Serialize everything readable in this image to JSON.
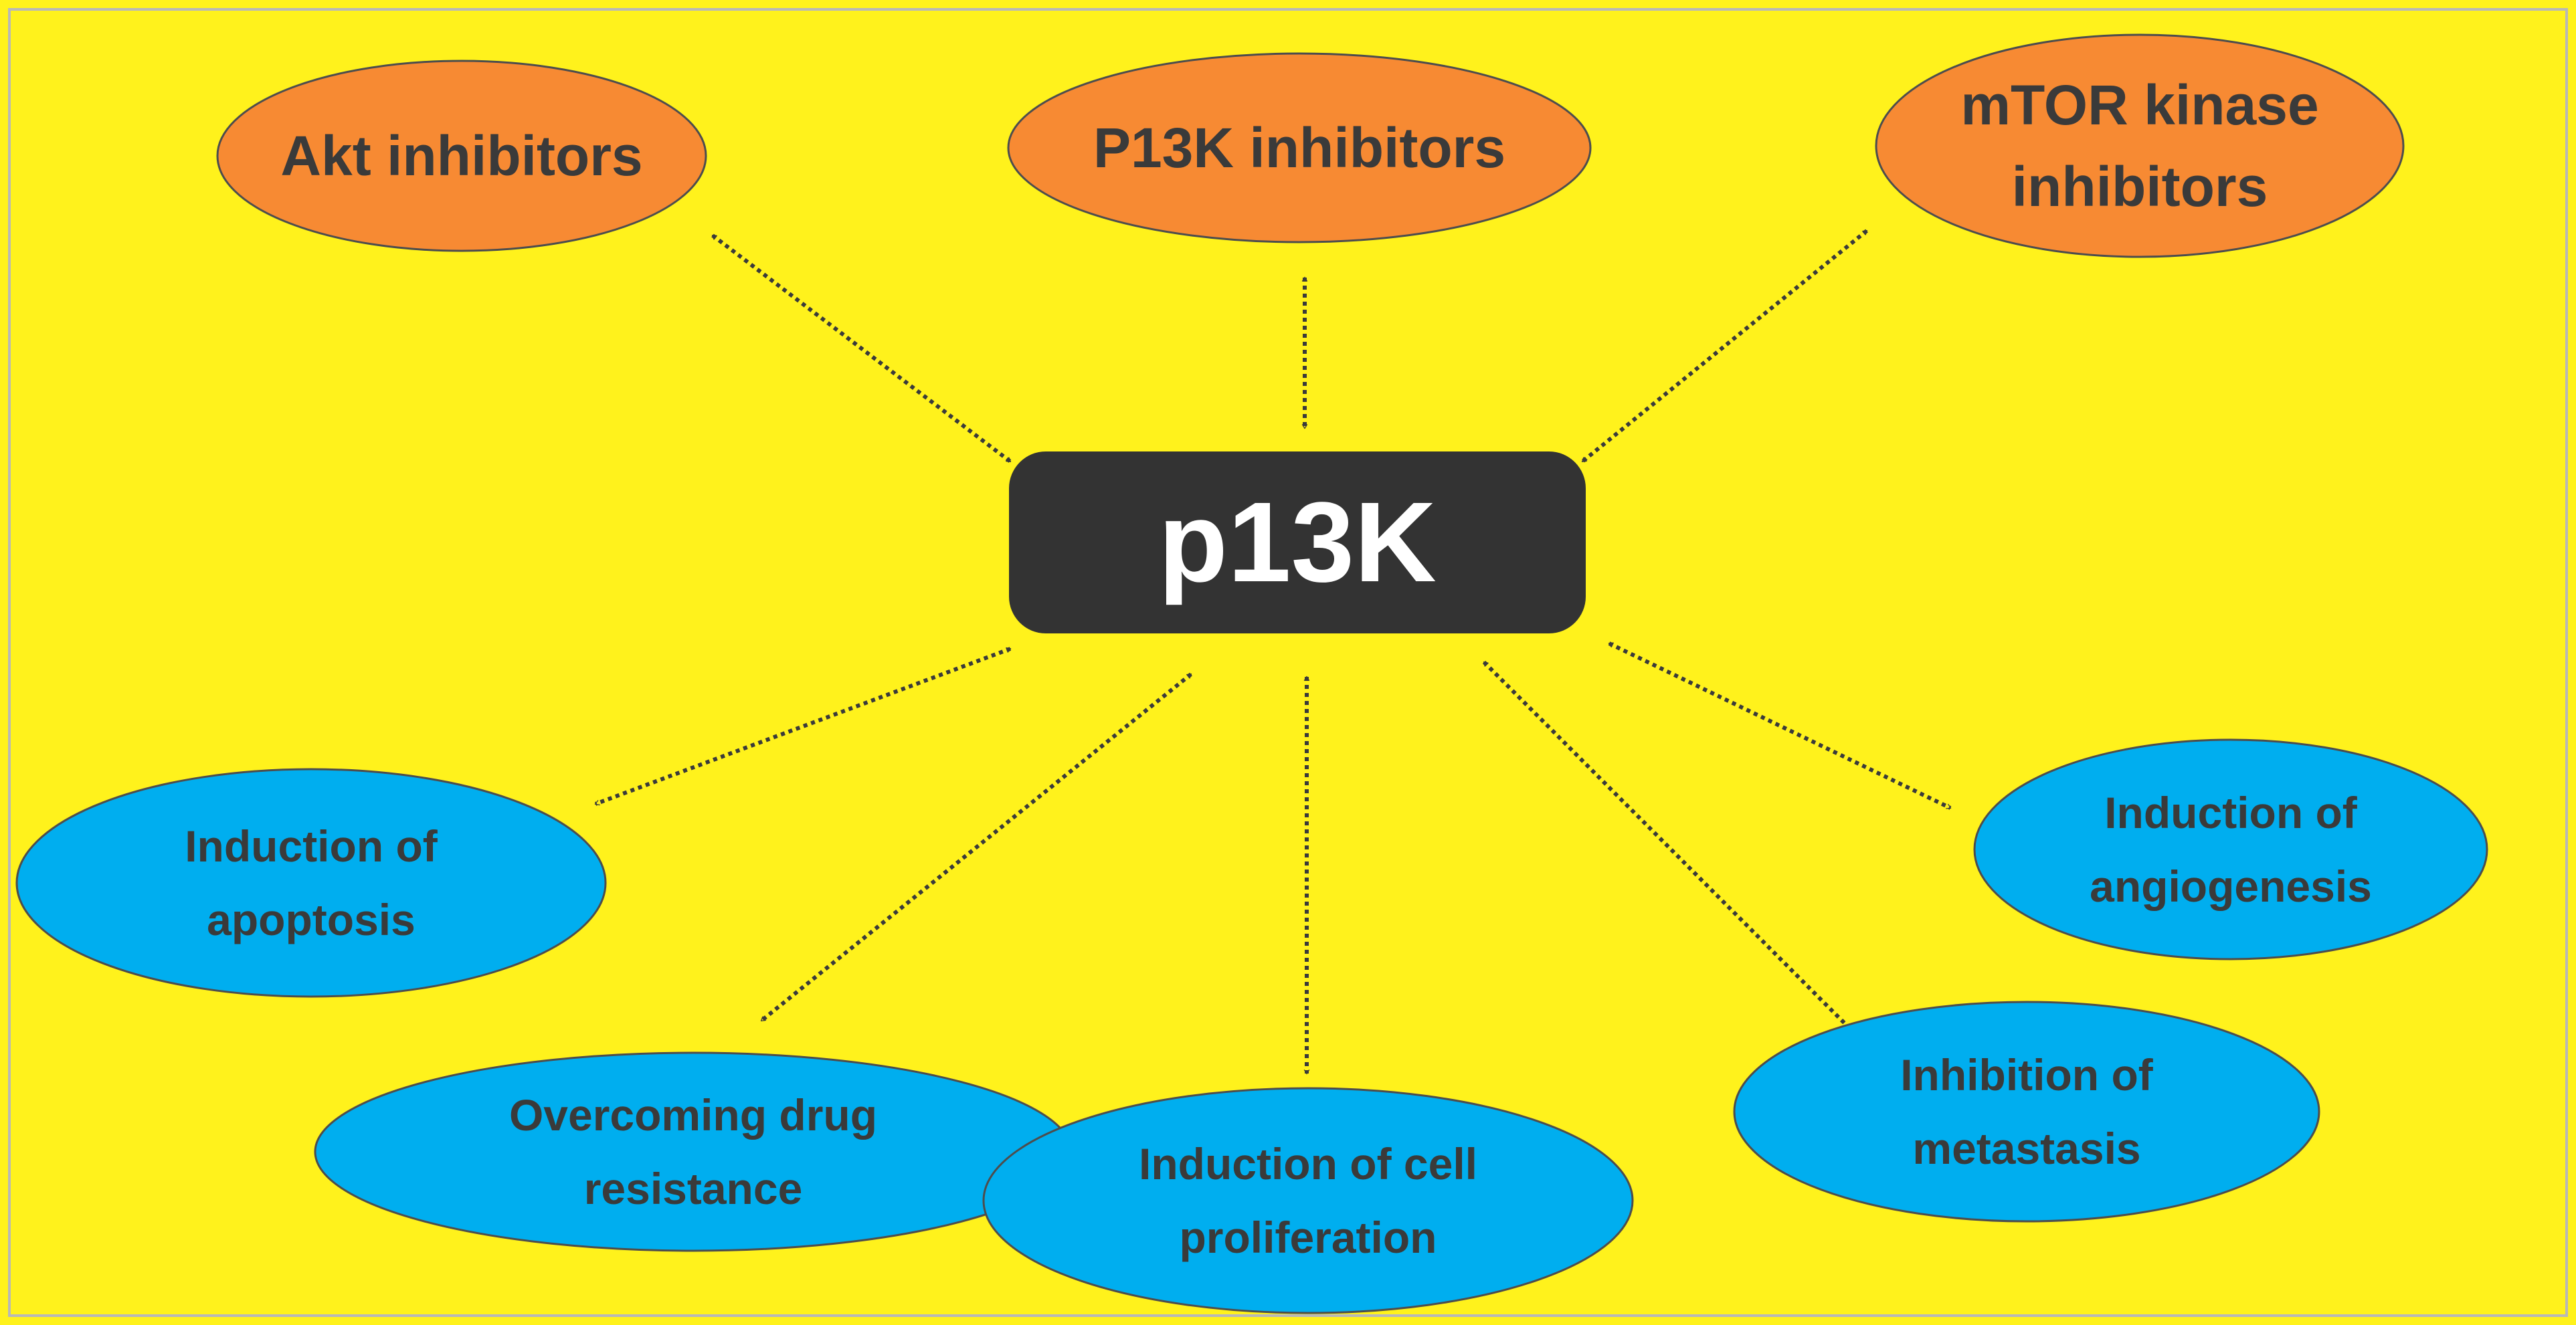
{
  "diagram": {
    "background_color": "#fff21c",
    "inhibitor_fill": "#f78a33",
    "effect_fill": "#00aeef",
    "hub_fill": "#333333",
    "hub_text_color": "#ffffff",
    "node_text_color": "#3a3a3a",
    "connector_color": "#3a3a3a",
    "connector_style": "dotted double-headed arrow",
    "hub": {
      "label": "p13K"
    },
    "inhibitors": [
      {
        "id": "akt",
        "lines": [
          "Akt inhibitors"
        ]
      },
      {
        "id": "p13k",
        "lines": [
          "P13K inhibitors"
        ]
      },
      {
        "id": "mtor",
        "lines": [
          "mTOR kinase",
          "inhibitors"
        ]
      }
    ],
    "effects": [
      {
        "id": "apoptosis",
        "lines": [
          "Induction of",
          "apoptosis"
        ]
      },
      {
        "id": "drug-resistance",
        "lines": [
          "Overcoming drug",
          "resistance"
        ]
      },
      {
        "id": "cell-proliferation",
        "lines": [
          "Induction of cell",
          "proliferation"
        ]
      },
      {
        "id": "metastasis",
        "lines": [
          "Inhibition of",
          "metastasis"
        ]
      },
      {
        "id": "angiogenesis",
        "lines": [
          "Induction of",
          "angiogenesis"
        ]
      }
    ]
  }
}
